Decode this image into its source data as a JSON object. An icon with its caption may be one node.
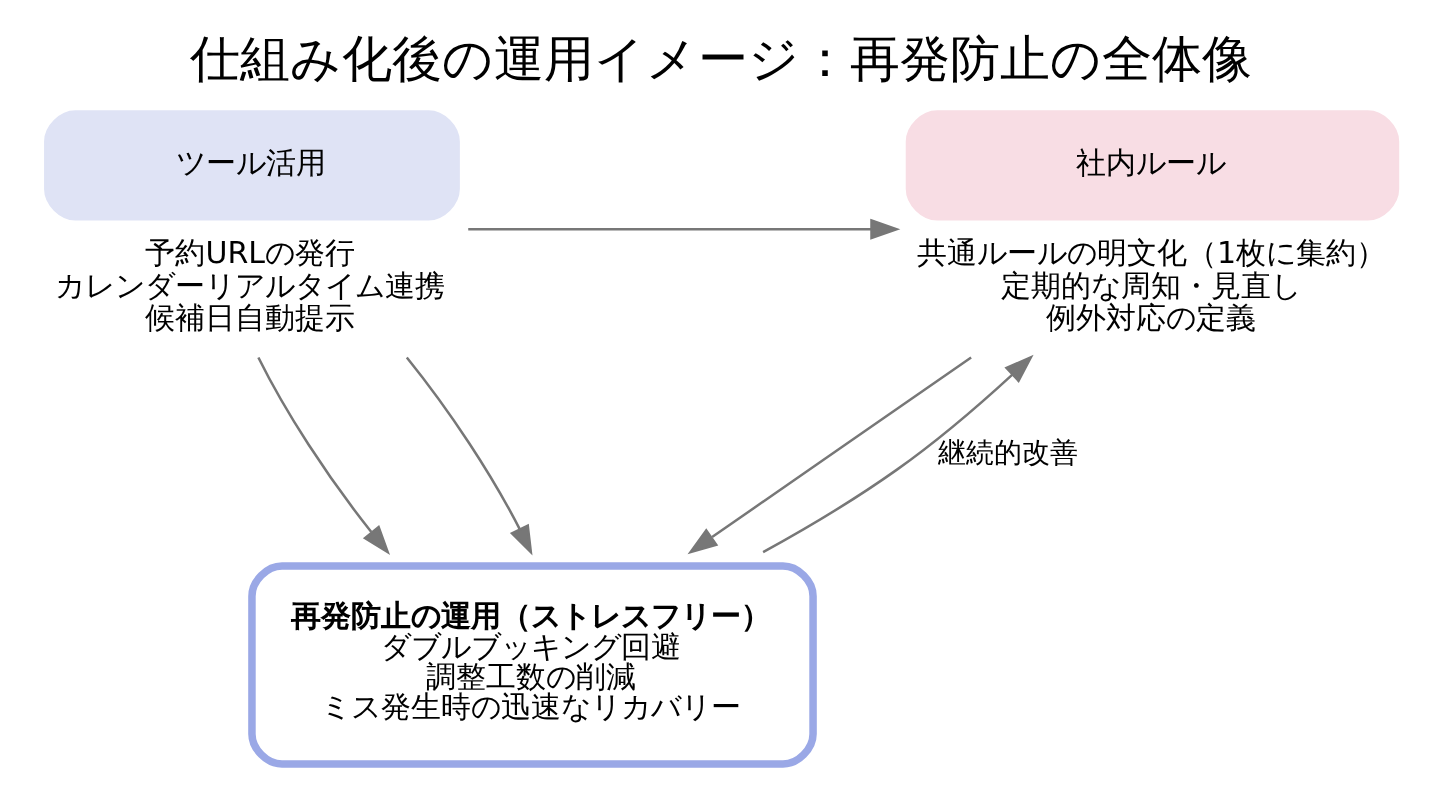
{
  "diagram": {
    "title": "仕組み化後の運用イメージ：再発防止の全体像",
    "nodes": [
      {
        "text": [
          "ツール活用"
        ],
        "beside": [
          "予約URLの発行",
          "カレンダーリアルタイム連携",
          "候補日自動提示"
        ]
      },
      {
        "text": [
          "社内ルール"
        ],
        "beside": [
          "共通ルールの明文化（1枚に集約）",
          "定期的な周知・見直し",
          "例外対応の定義"
        ]
      },
      {
        "text": [
          "再発防止の運用（ストレスフリー）",
          "ダブルブッキング回避",
          "調整工数の削減",
          "ミス発生時の迅速なリカバリー"
        ]
      }
    ],
    "edges": [
      {
        "from": 0,
        "to": 1,
        "arrow": "to"
      },
      {
        "from": 0,
        "to": 2,
        "arrow": "to"
      },
      {
        "from": 1,
        "to": 2,
        "arrow": "to"
      },
      {
        "from": 0,
        "to": 2,
        "arrow": "to"
      },
      {
        "from": 2,
        "to": 1,
        "arrow": "to",
        "label": "継続的改善"
      }
    ]
  }
}
